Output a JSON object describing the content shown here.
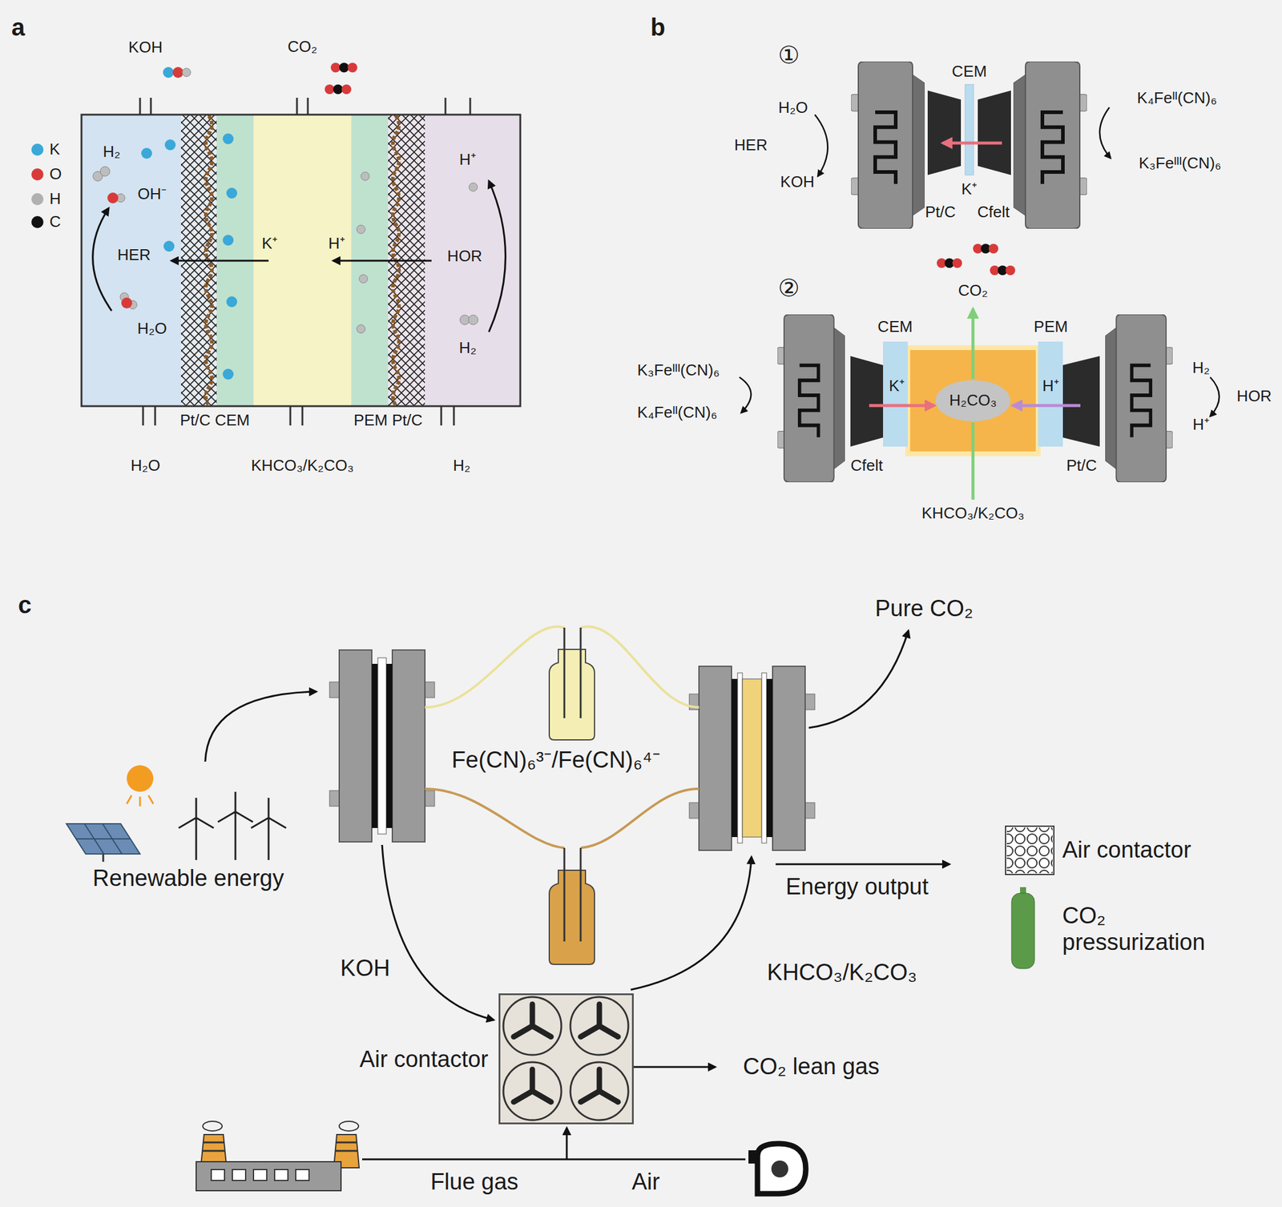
{
  "diagram": {
    "nodes": [
      {
        "text": [
          "Air contactor"
        ]
      }
    ],
    "labels": [
      "a",
      "KOH",
      "CO₂",
      "H₂",
      "OH⁻",
      "HER",
      "K⁺",
      "H⁺",
      "HOR",
      "H⁺",
      "H₂O",
      "H₂",
      "Pt/C CEM",
      "PEM Pt/C",
      "H₂O",
      "KHCO₃/K₂CO₃",
      "H₂",
      "b",
      "①",
      "CEM",
      "H₂O",
      "HER",
      "KOH",
      "K₄Feᴵᴵ(CN)₆",
      "K₃Feᴵᴵᴵ(CN)₆",
      "K⁺",
      "Pt/C",
      "Cfelt",
      "②",
      "CO₂",
      "CEM",
      "PEM",
      "K₃Feᴵᴵᴵ(CN)₆",
      "K₄Feᴵᴵ(CN)₆",
      "K⁺",
      "H₂CO₃",
      "H⁺",
      "H₂",
      "HOR",
      "H⁺",
      "Cfelt",
      "Pt/C",
      "KHCO₃/K₂CO₃",
      "c",
      "Pure CO₂",
      "Fe(CN)₆³⁻/Fe(CN)₆⁴⁻",
      "Renewable energy",
      "Energy output",
      "KOH",
      "KHCO₃/K₂CO₃",
      "CO₂ lean gas",
      "Flue gas",
      "Air"
    ],
    "legend": [
      {
        "text": "K",
        "color": "#3aa8d8"
      },
      {
        "text": "O",
        "color": "#d83a3a"
      },
      {
        "text": "H",
        "color": "#b0b0b0"
      },
      {
        "text": "C",
        "color": "#111111"
      },
      {
        "text": "Air contactor"
      },
      {
        "text": "CO₂ pressurization"
      }
    ]
  }
}
